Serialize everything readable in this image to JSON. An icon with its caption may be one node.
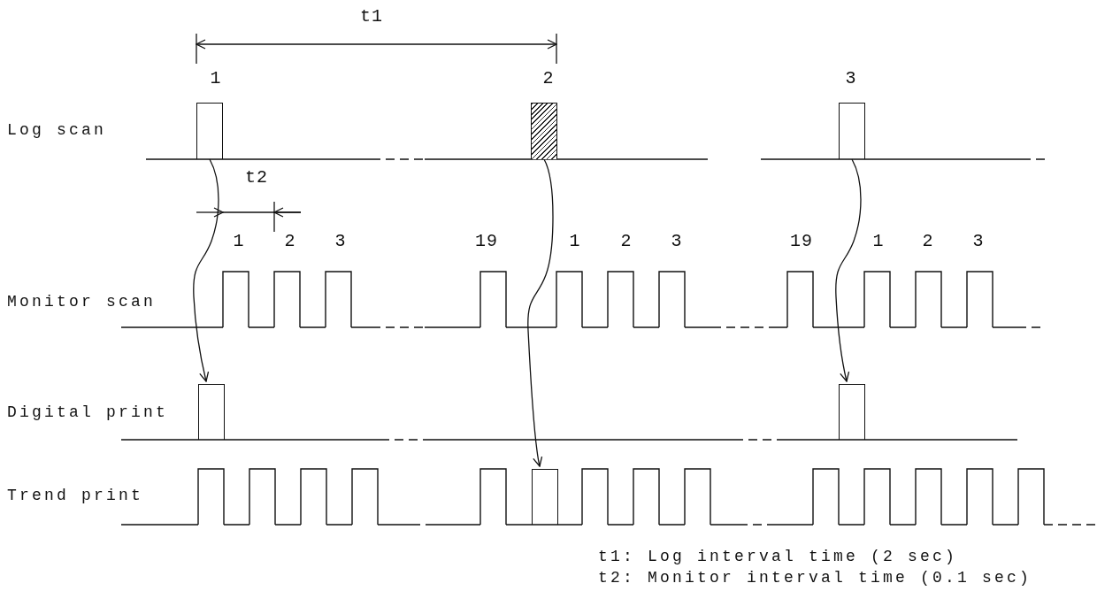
{
  "diagram": {
    "nodes": [
      {
        "text": [],
        "shape": "bar"
      },
      {
        "text": [],
        "shape": "bar"
      },
      {
        "text": [],
        "shape": "bar"
      },
      {
        "text": [],
        "shape": "bar"
      },
      {
        "text": [],
        "shape": "bar"
      },
      {
        "text": [],
        "shape": "bar"
      }
    ],
    "edges": [
      {
        "from": 0,
        "to": 3,
        "arrow": "to"
      },
      {
        "from": 1,
        "to": 5,
        "arrow": "to"
      },
      {
        "from": 2,
        "to": 4,
        "arrow": "to"
      }
    ],
    "labels": [
      "t1",
      "1",
      "2",
      "3",
      "Log scan",
      "t2",
      "1",
      "2",
      "3",
      "19",
      "1",
      "2",
      "3",
      "19",
      "1",
      "2",
      "3",
      "Monitor scan",
      "Digital print",
      "Trend print",
      "t1: Log interval time (2 sec)",
      "t2: Monitor interval time (0.1 sec)"
    ]
  }
}
